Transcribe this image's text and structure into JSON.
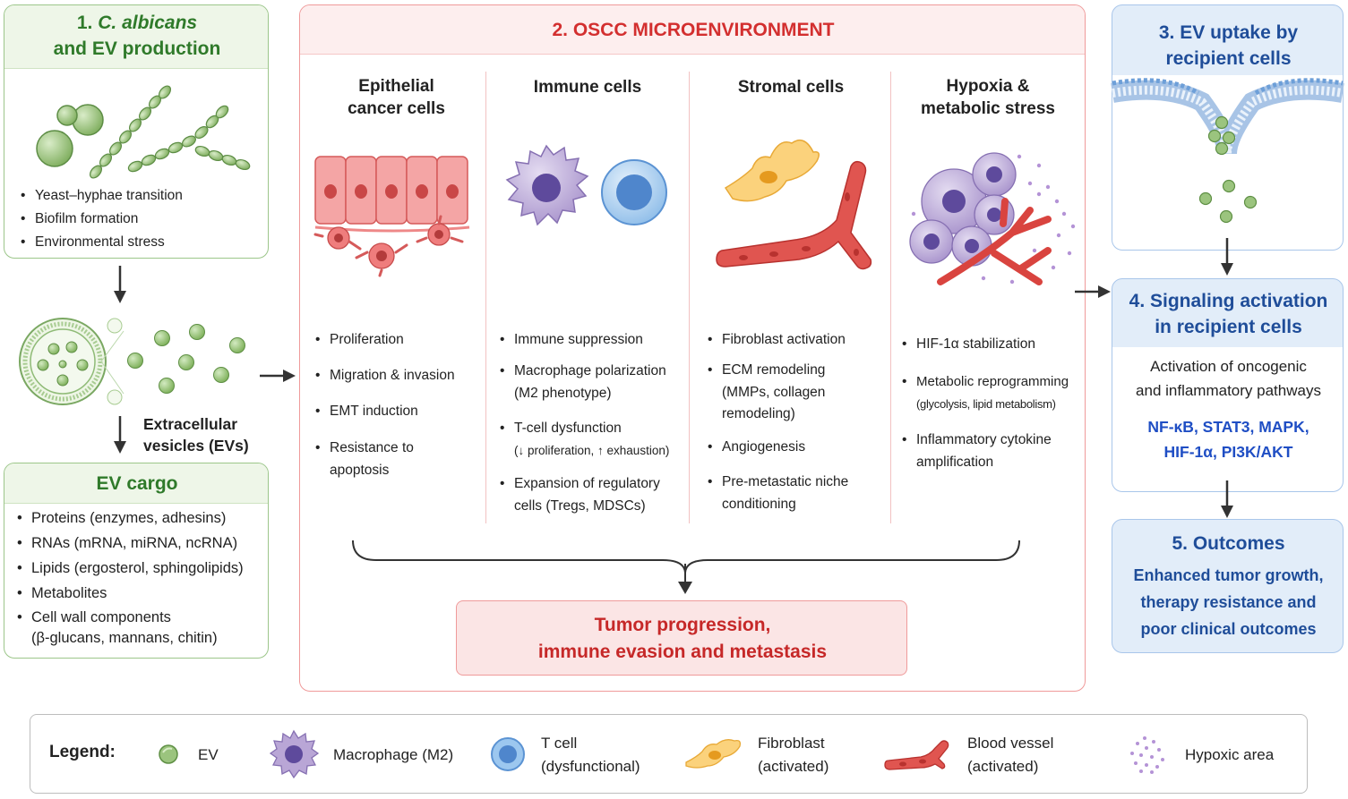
{
  "panel1": {
    "title_num": "1.",
    "title_species": "C. albicans",
    "title_rest": "and EV production",
    "bullets": [
      "Yeast–hyphae transition",
      "Biofilm formation",
      "Environmental stress"
    ]
  },
  "ev_label": [
    "Extracellular",
    "vesicles (EVs)"
  ],
  "cargo": {
    "title": "EV cargo",
    "items": [
      "Proteins (enzymes, adhesins)",
      "RNAs (mRNA, miRNA, ncRNA)",
      "Lipids (ergosterol, sphingolipids)",
      "Metabolites",
      "Cell wall components",
      "(β-glucans, mannans, chitin)"
    ]
  },
  "panel2": {
    "title": "2. OSCC MICROENVIRONMENT",
    "columns": [
      {
        "title": [
          "Epithelial",
          "cancer cells"
        ],
        "items": [
          "Proliferation",
          "Migration & invasion",
          "EMT induction",
          "Resistance to",
          "apoptosis"
        ]
      },
      {
        "title": [
          "Immune cells"
        ],
        "items": [
          "Immune suppression",
          "Macrophage polarization",
          "(M2 phenotype)",
          "T-cell dysfunction",
          "(↓ proliferation, ↑ exhaustion)",
          "Expansion of regulatory",
          "cells (Tregs, MDSCs)"
        ]
      },
      {
        "title": [
          "Stromal cells"
        ],
        "items": [
          "Fibroblast activation",
          "ECM remodeling",
          "(MMPs, collagen",
          "remodeling)",
          "Angiogenesis",
          "Pre-metastatic niche",
          "conditioning"
        ]
      },
      {
        "title": [
          "Hypoxia &",
          "metabolic stress"
        ],
        "items": [
          "HIF-1α stabilization",
          "Metabolic reprogramming",
          "(glycolysis, lipid metabolism)",
          "Inflammatory cytokine",
          "amplification"
        ]
      }
    ],
    "outcome": [
      "Tumor progression,",
      "immune evasion and metastasis"
    ]
  },
  "panel3": {
    "title": [
      "3. EV uptake by",
      "recipient cells"
    ]
  },
  "panel4": {
    "title": [
      "4. Signaling activation",
      "in recipient cells"
    ],
    "desc": [
      "Activation of oncogenic",
      "and inflammatory pathways"
    ],
    "pathways": [
      "NF-κB, STAT3, MAPK,",
      "HIF-1α, PI3K/AKT"
    ]
  },
  "panel5": {
    "title": "5. Outcomes",
    "text": [
      "Enhanced tumor growth,",
      "therapy resistance and",
      "poor clinical outcomes"
    ]
  },
  "legend": {
    "title": "Legend:",
    "items": [
      {
        "icon": "ev-icon",
        "label": [
          "EV"
        ]
      },
      {
        "icon": "macrophage-icon",
        "label": [
          "Macrophage (M2)"
        ]
      },
      {
        "icon": "t-cell-icon",
        "label": [
          "T cell",
          "(dysfunctional)"
        ]
      },
      {
        "icon": "fibroblast-icon",
        "label": [
          "Fibroblast",
          "(activated)"
        ]
      },
      {
        "icon": "blood-vessel-icon",
        "label": [
          "Blood vessel",
          "(activated)"
        ]
      },
      {
        "icon": "hypoxic-area-icon",
        "label": [
          "Hypoxic area"
        ]
      }
    ]
  },
  "colors": {
    "green": "#2f7a2a",
    "red": "#d32f2f",
    "blue": "#1f4d99",
    "ev": "#9bc47e",
    "macrophage": "#b9a6d6",
    "t_cell": "#7fb0e6",
    "fibroblast": "#f6c15a",
    "vessel": "#d9443f"
  }
}
